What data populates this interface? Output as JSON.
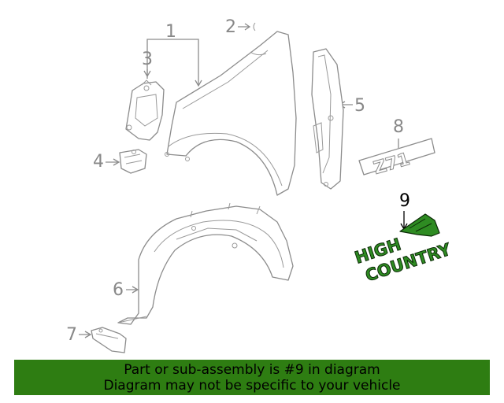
{
  "callouts": {
    "c1": "1",
    "c2": "2",
    "c3": "3",
    "c4": "4",
    "c5": "5",
    "c6": "6",
    "c7": "7",
    "c8": "8",
    "c9": "9"
  },
  "highlight": {
    "emblem_line1": "HIGH",
    "emblem_line2": "COUNTRY",
    "color": "#2e8b22"
  },
  "badge_text": "Z71",
  "footer": {
    "line1": "Part or sub-assembly is #9 in diagram",
    "line2": "Diagram may not be specific to your vehicle",
    "background": "#2e7d12"
  }
}
